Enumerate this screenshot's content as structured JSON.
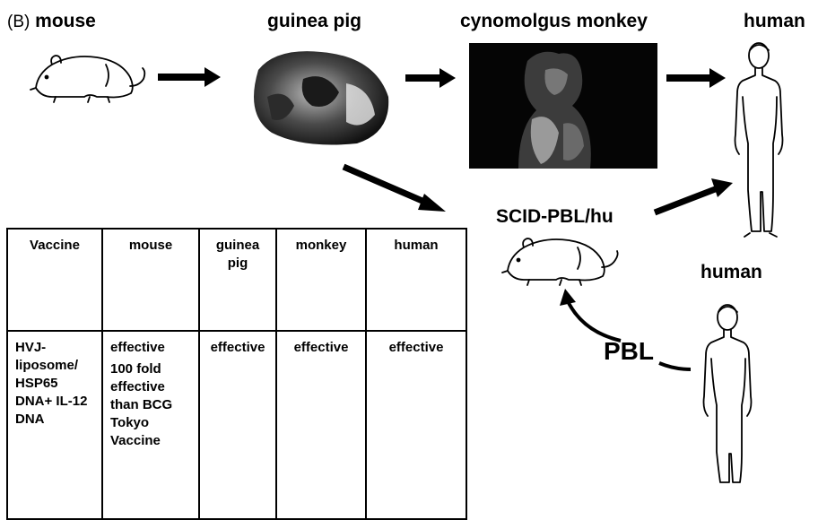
{
  "panel_label": "(B)",
  "stages": {
    "mouse": "mouse",
    "guinea_pig": "guinea pig",
    "monkey": "cynomolgus monkey",
    "human_top": "human",
    "scid": "SCID-PBL/hu",
    "human_bottom": "human",
    "pbl": "PBL"
  },
  "table": {
    "headers": [
      "Vaccine",
      "mouse",
      "guinea pig",
      "monkey",
      "human"
    ],
    "row": {
      "vaccine": "HVJ-liposome/ HSP65 DNA+ IL-12 DNA",
      "mouse_line1": "effective",
      "mouse_line2": "100 fold effective than BCG Tokyo Vaccine",
      "guinea_pig": "effective",
      "monkey": "effective",
      "human": "effective"
    }
  },
  "colors": {
    "ink": "#000000",
    "photo_dark": "#050505",
    "background": "#ffffff"
  },
  "icons": [
    "mouse-icon",
    "guinea-pig-photo",
    "monkey-photo",
    "human-figure-icon",
    "arrow-icon"
  ]
}
